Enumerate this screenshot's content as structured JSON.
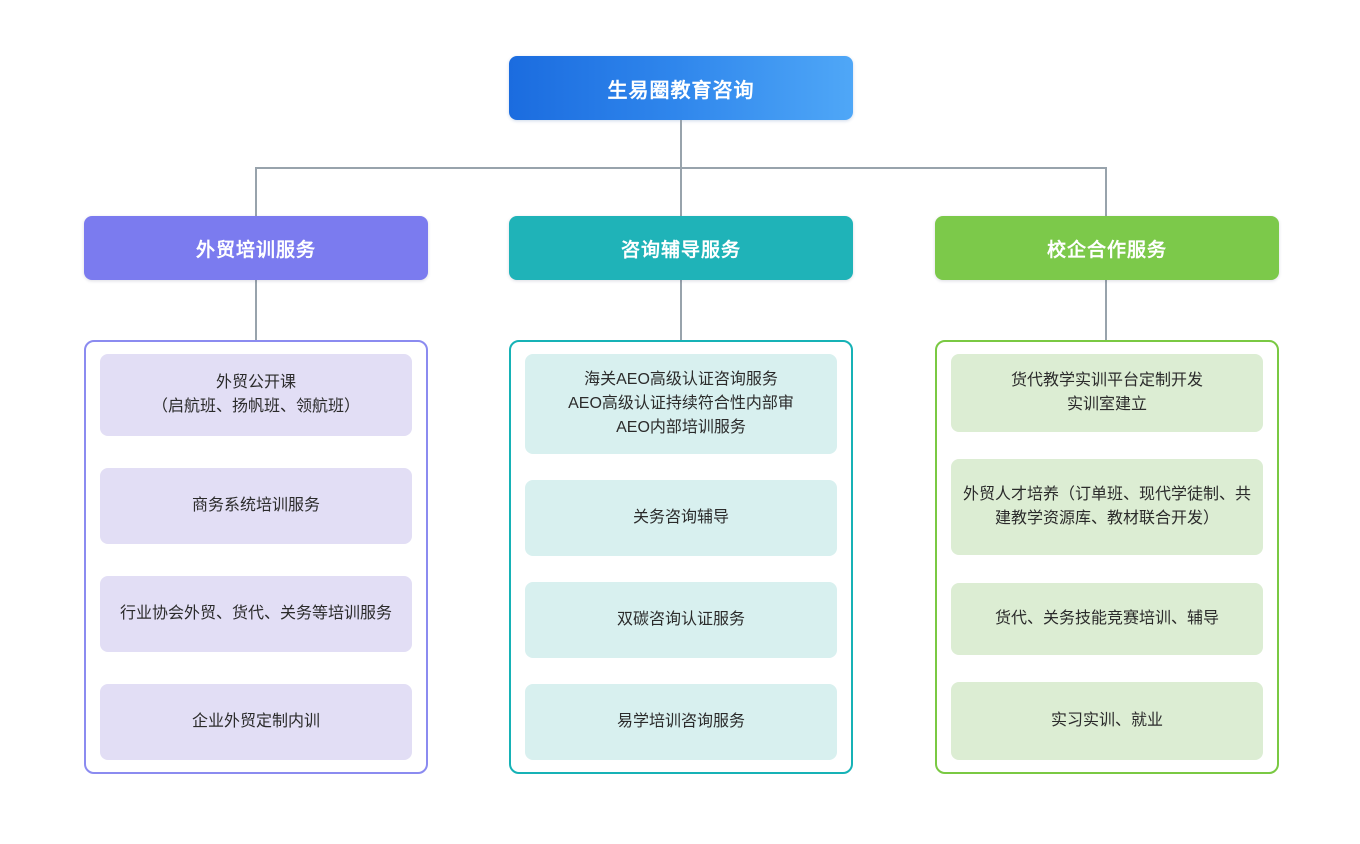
{
  "diagram": {
    "type": "organization-chart",
    "root": {
      "label": "生易圈教育咨询",
      "color": "#2f86ec",
      "gradient_from": "#1b6cdf",
      "gradient_to": "#4fa7f7",
      "text_color": "#ffffff"
    },
    "connector_color": "#98a3ac",
    "branches": [
      {
        "label": "外贸培训服务",
        "header_color": "#7b7bef",
        "border_color": "#8b8bf0",
        "item_color": "#e2def5",
        "items": [
          "外贸公开课\n（启航班、扬帆班、领航班）",
          "商务系统培训服务",
          "行业协会外贸、货代、关务等培训服务",
          "企业外贸定制内训"
        ]
      },
      {
        "label": "咨询辅导服务",
        "header_color": "#1fb3b8",
        "border_color": "#16b2b6",
        "item_color": "#d8f0ef",
        "items": [
          "海关AEO高级认证咨询服务\nAEO高级认证持续符合性内部审\nAEO内部培训服务",
          "关务咨询辅导",
          "双碳咨询认证服务",
          "易学培训咨询服务"
        ]
      },
      {
        "label": "校企合作服务",
        "header_color": "#7cc94a",
        "border_color": "#7ac943",
        "item_color": "#dcedd3",
        "items": [
          "货代教学实训平台定制开发\n实训室建立",
          "外贸人才培养（订单班、现代学徒制、共建教学资源库、教材联合开发）",
          "货代、关务技能竞赛培训、辅导",
          "实习实训、就业"
        ]
      }
    ]
  }
}
